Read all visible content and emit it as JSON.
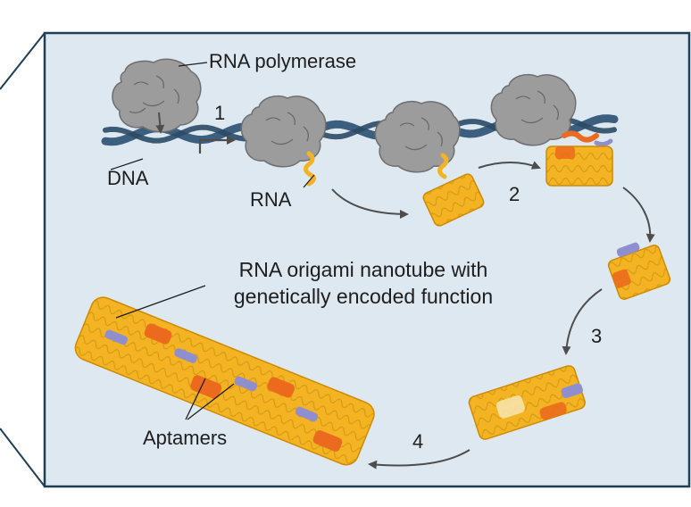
{
  "labels": {
    "polymerase": "RNA polymerase",
    "dna": "DNA",
    "rna": "RNA",
    "nanotube": "RNA origami nanotube with genetically encoded function",
    "aptamers": "Aptamers"
  },
  "steps": [
    "1",
    "2",
    "3",
    "4"
  ],
  "colors": {
    "panel_fill": "#dde8f1",
    "panel_border": "#1f3f56",
    "dna": "#3d5f7f",
    "polymerase": "#9c9c9c",
    "rna": "#f4b322",
    "accent": "#ec6a1d",
    "aptamer": "#8f8fcf",
    "arrow": "#4d4d4d"
  }
}
